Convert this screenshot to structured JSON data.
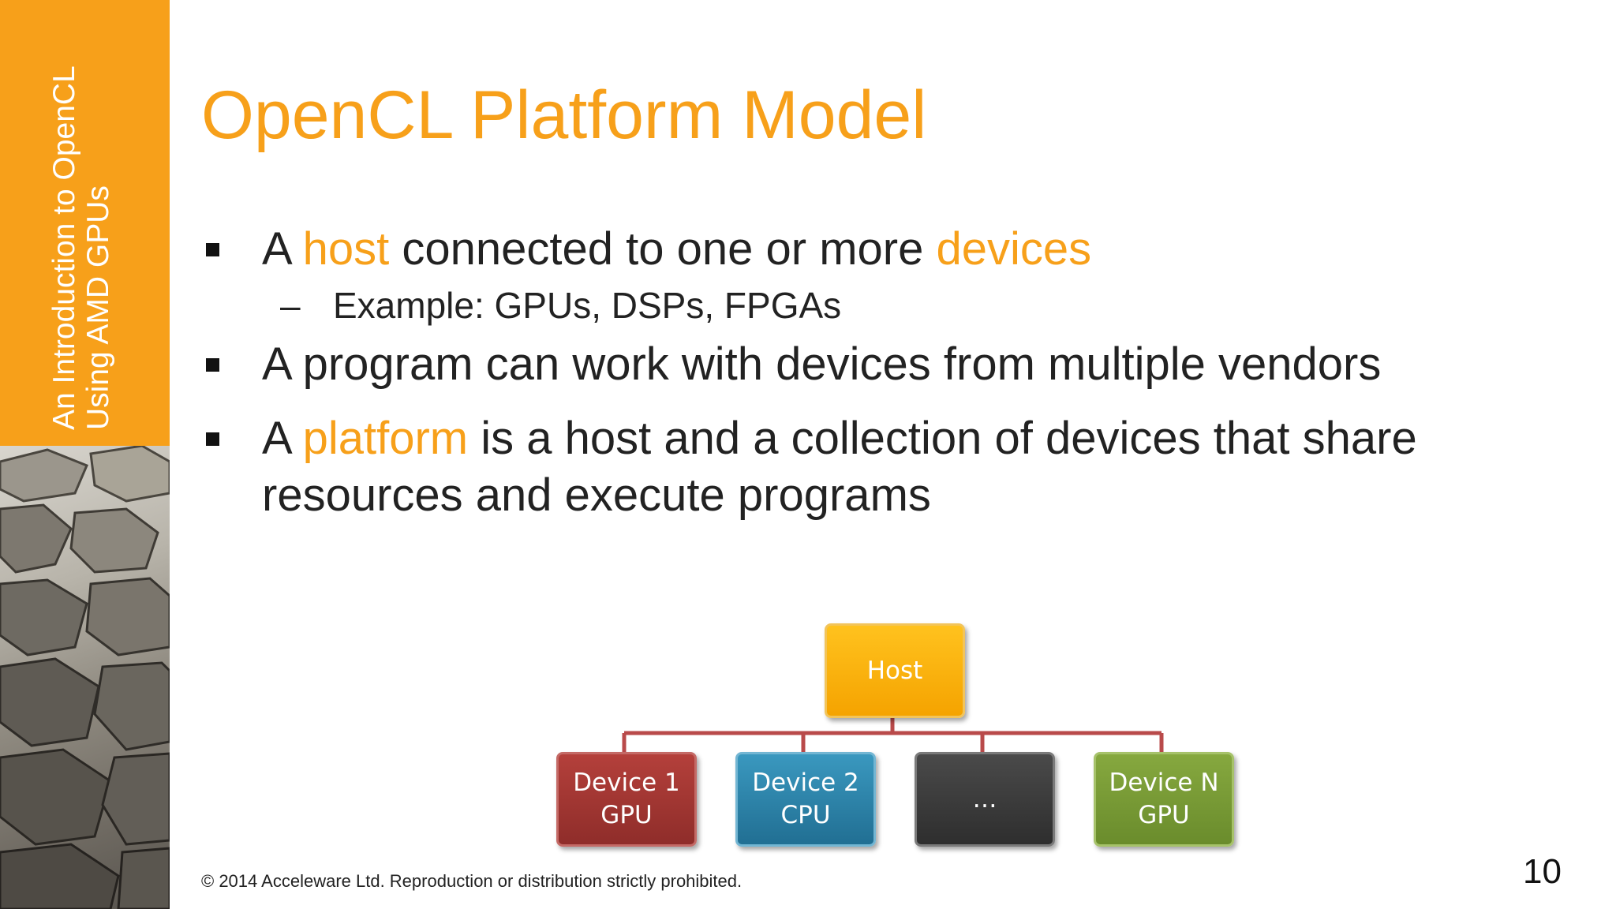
{
  "sidebar": {
    "title_line1": "An Introduction to OpenCL",
    "title_line2": "Using AMD GPUs",
    "background_color": "#f7a01a"
  },
  "title": "OpenCL Platform Model",
  "bullets": [
    {
      "prefix": "A ",
      "accent1": "host",
      "middle": " connected to one or more ",
      "accent2": "devices"
    },
    {
      "dash": "–",
      "text": "Example: GPUs, DSPs, FPGAs"
    },
    {
      "text": "A program can work with devices from multiple vendors"
    },
    {
      "prefix": "A ",
      "accent": "platform",
      "line1_rest": " is a host and a collection of devices that share",
      "line2": "resources and execute programs"
    }
  ],
  "diagram": {
    "host": {
      "label": "Host",
      "color": "#f5a300"
    },
    "devices": [
      {
        "line1": "Device 1",
        "line2": "GPU",
        "color": "#9e3430"
      },
      {
        "line1": "Device 2",
        "line2": "CPU",
        "color": "#2a82a8"
      },
      {
        "line1": "…",
        "line2": "",
        "color": "#3a3a3a"
      },
      {
        "line1": "Device N",
        "line2": "GPU",
        "color": "#779936"
      }
    ],
    "connector_color": "#b94a4a"
  },
  "footer": "© 2014 Acceleware Ltd. Reproduction or distribution strictly prohibited.",
  "page_number": "10"
}
